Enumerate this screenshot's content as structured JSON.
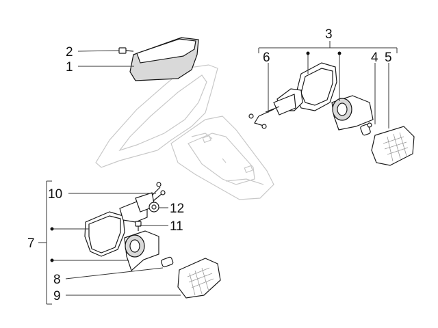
{
  "diagram": {
    "callouts": [
      {
        "id": "1",
        "text": "1"
      },
      {
        "id": "2",
        "text": "2"
      },
      {
        "id": "3",
        "text": "3"
      },
      {
        "id": "4",
        "text": "4"
      },
      {
        "id": "5",
        "text": "5"
      },
      {
        "id": "6",
        "text": "6"
      },
      {
        "id": "7",
        "text": "7"
      },
      {
        "id": "8",
        "text": "8"
      },
      {
        "id": "9",
        "text": "9"
      },
      {
        "id": "10",
        "text": "10"
      },
      {
        "id": "11",
        "text": "11"
      },
      {
        "id": "12",
        "text": "12"
      }
    ],
    "colors": {
      "line": "#1a1a1a",
      "ghost_outline": "#c8c8c8",
      "background": "#ffffff"
    }
  }
}
